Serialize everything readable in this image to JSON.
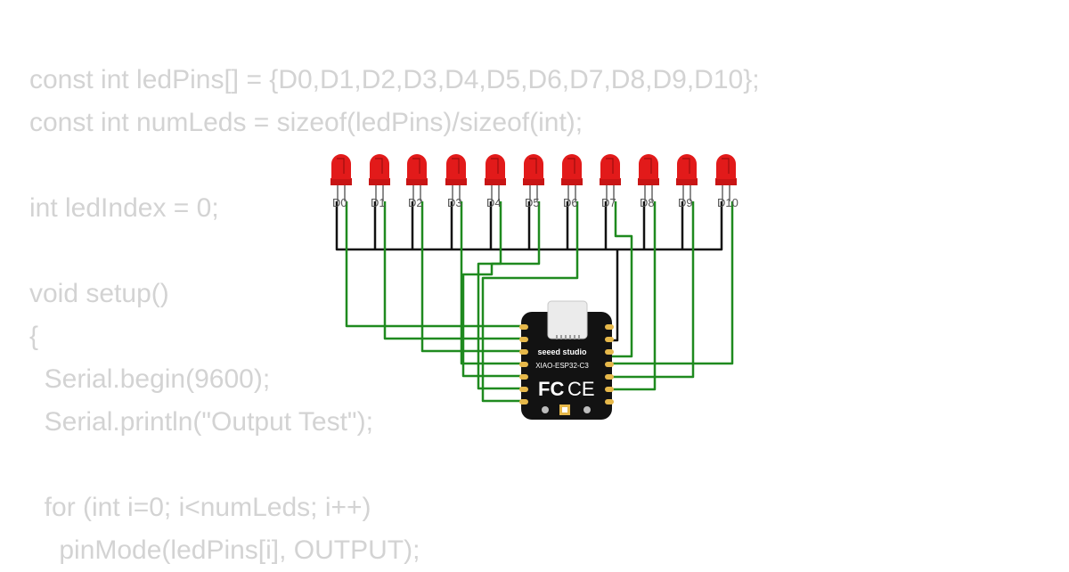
{
  "code_lines": [
    "const int ledPins[] = {D0,D1,D2,D3,D4,D5,D6,D7,D8,D9,D10};",
    "const int numLeds = sizeof(ledPins)/sizeof(int);",
    "",
    "int ledIndex = 0;",
    "",
    "void setup()",
    "{",
    "  Serial.begin(9600);",
    "  Serial.println(\"Output Test\");",
    "",
    "  for (int i=0; i<numLeds; i++)",
    "    pinMode(ledPins[i], OUTPUT);"
  ],
  "led_labels": [
    "D0",
    "D1",
    "D2",
    "D3",
    "D4",
    "D5",
    "D6",
    "D7",
    "D8",
    "D9",
    "D10"
  ],
  "board": {
    "brand": "seeed studio",
    "model": "XIAO-ESP32-C3",
    "cert_fc": "FC",
    "cert_ce": "CE"
  },
  "colors": {
    "led_red": "#e21a1a",
    "wire_green": "#1f8a1f",
    "wire_black": "#111111",
    "board": "#121212",
    "pad_gold": "#e6b84a",
    "code_text": "#d3d3d3"
  }
}
